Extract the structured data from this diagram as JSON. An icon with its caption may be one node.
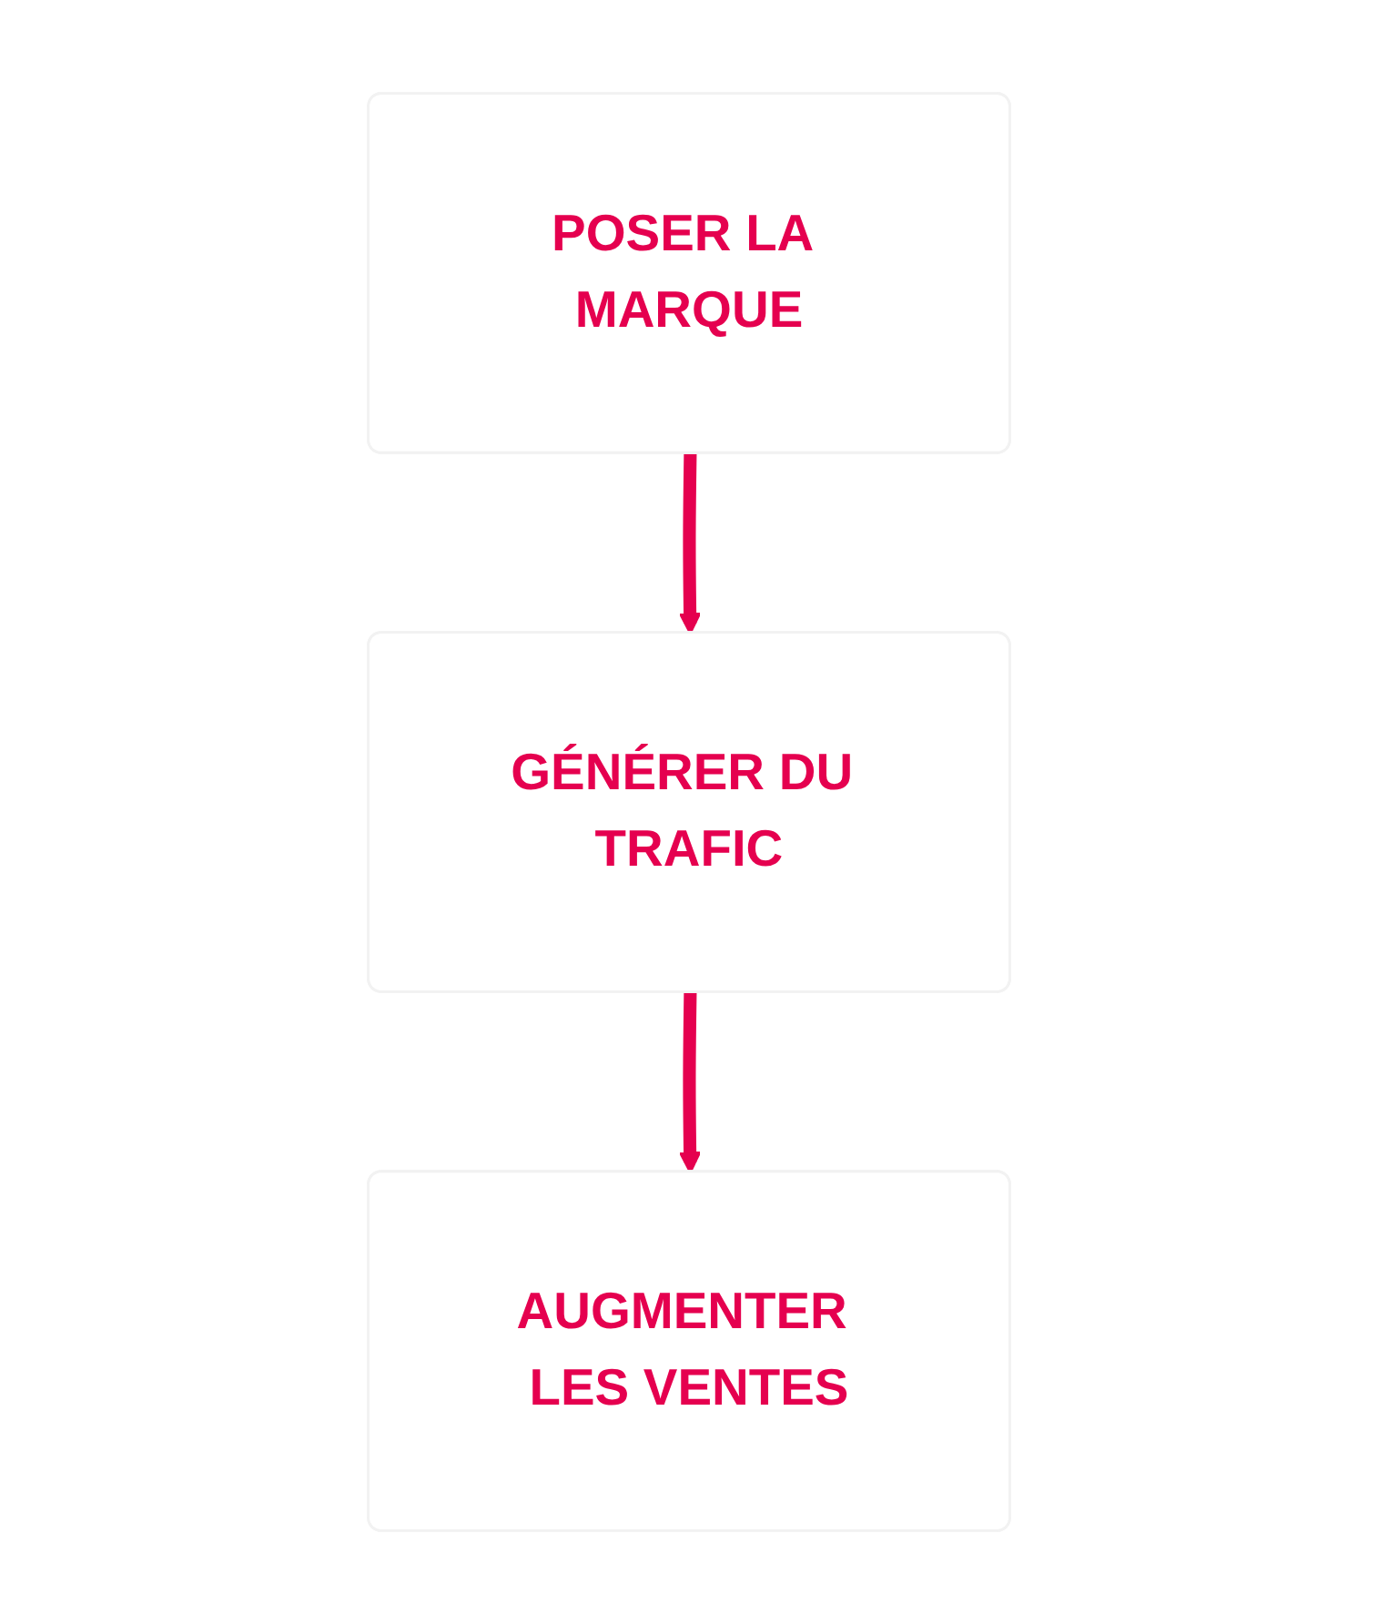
{
  "diagram": {
    "nodes": [
      {
        "text": [
          "POSER LA MARQUE"
        ]
      },
      {
        "text": [
          "GÉNÉRER DU TRAFIC"
        ]
      },
      {
        "text": [
          "AUGMENTER LES VENTES"
        ]
      }
    ],
    "edges": [
      {
        "from": 0,
        "to": 1,
        "arrow": "to"
      },
      {
        "from": 1,
        "to": 2,
        "arrow": "to"
      }
    ]
  }
}
